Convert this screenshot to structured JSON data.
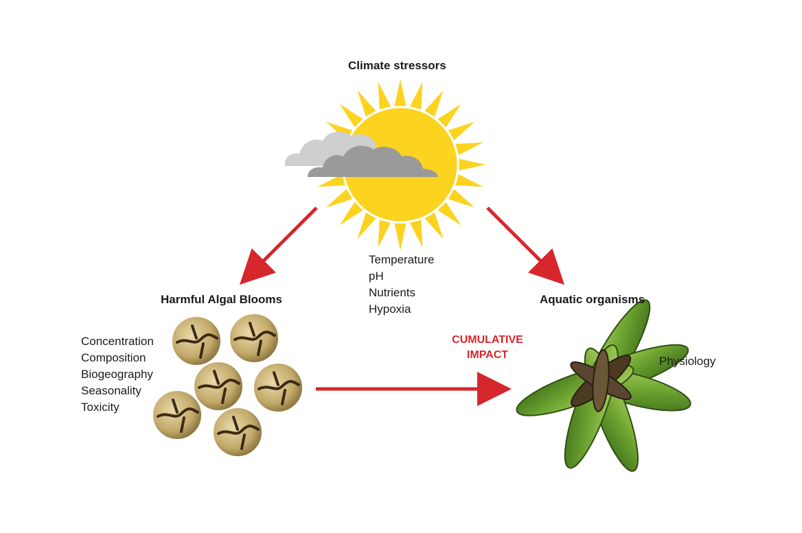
{
  "nodes": {
    "climate": {
      "title": "Climate stressors",
      "factors": [
        "Temperature",
        "pH",
        "Nutrients",
        "Hypoxia"
      ]
    },
    "hab": {
      "title": "Harmful Algal Blooms",
      "factors": [
        "Concentration",
        "Composition",
        "Biogeography",
        "Seasonality",
        "Toxicity"
      ]
    },
    "organisms": {
      "title": "Aquatic organisms",
      "factors": [
        "Physiology"
      ]
    }
  },
  "impact": {
    "line1": "CUMULATIVE",
    "line2": "IMPACT"
  },
  "colors": {
    "arrow": "#d7262c",
    "sun": "#fcd31f",
    "cloud_light": "#cfcfcf",
    "cloud_dark": "#9a9a9a",
    "algae": "#c9b277",
    "mussel": "#7fb23a",
    "text": "#1a1a1a"
  }
}
